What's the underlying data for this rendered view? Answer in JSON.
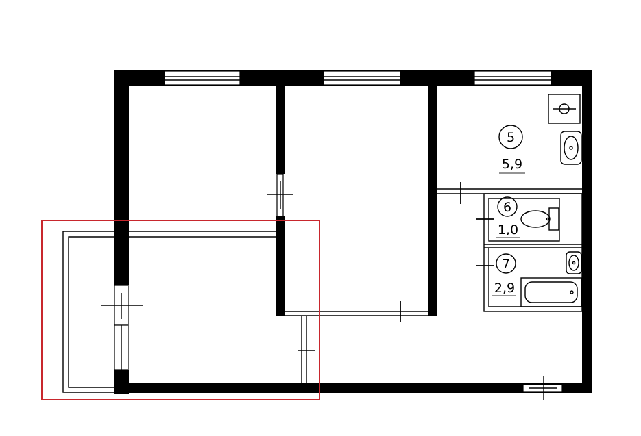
{
  "rooms": [
    {
      "number": "5",
      "area": "5,9"
    },
    {
      "number": "6",
      "area": "1,0"
    },
    {
      "number": "7",
      "area": "2,9"
    }
  ],
  "colors": {
    "walls": "#000000",
    "background": "#ffffff",
    "highlight": "#c8272d"
  }
}
